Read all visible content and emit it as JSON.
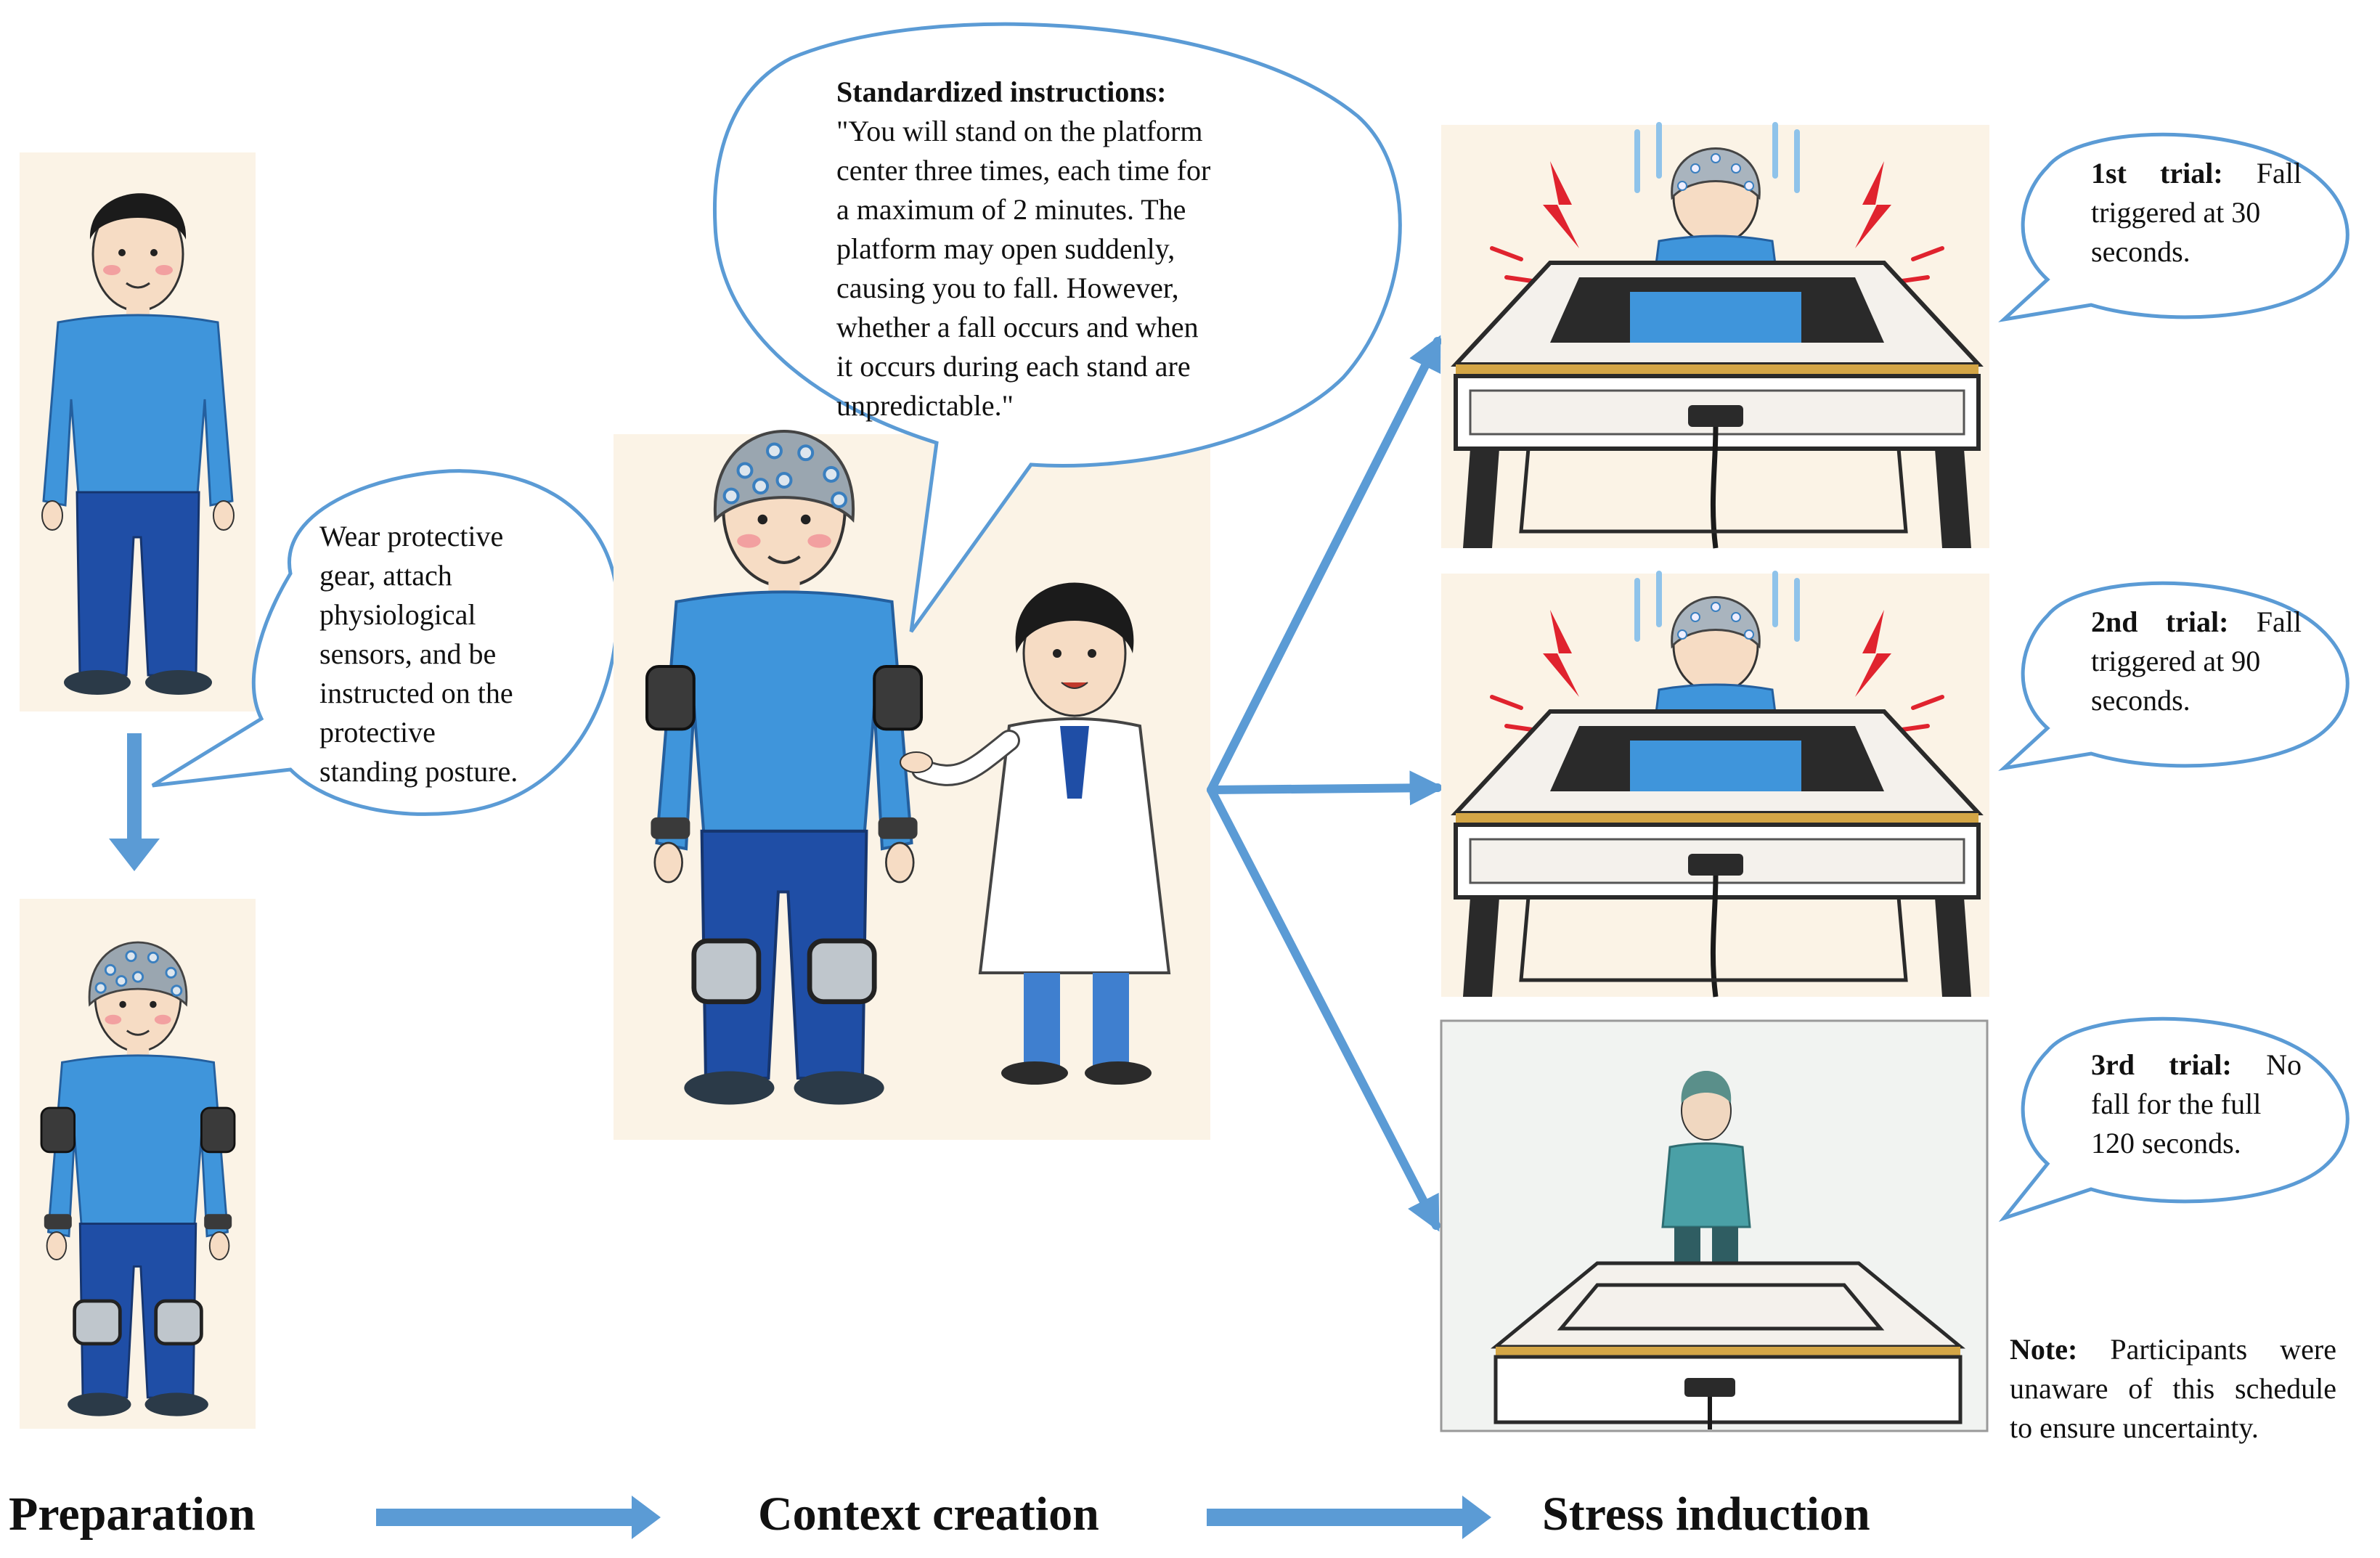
{
  "stages": {
    "preparation": "Preparation",
    "context": "Context creation",
    "stress": "Stress induction"
  },
  "preparation_bubble": {
    "lines": [
      "Wear protective",
      "gear, attach",
      "physiological",
      "sensors, and be",
      "instructed on the",
      "protective",
      "standing posture."
    ]
  },
  "instructions_bubble": {
    "heading": "Standardized instructions:",
    "lines": [
      "\"You will stand on the platform",
      "center three times, each time for",
      "a maximum of 2 minutes. The",
      "platform may open suddenly,",
      "causing you to fall. However,",
      "whether a fall occurs and when",
      "it occurs during each stand are",
      "unpredictable.\""
    ]
  },
  "trials": [
    {
      "label": "1st trial:",
      "line1_rest": "Fall",
      "line2": "triggered at 30",
      "line3": "seconds."
    },
    {
      "label": "2nd trial:",
      "line1_rest": "Fall",
      "line2": "triggered at 90",
      "line3": "seconds."
    },
    {
      "label": "3rd trial:",
      "line1_rest": "No",
      "line2": "fall for the full",
      "line3": "120 seconds."
    }
  ],
  "note": {
    "label": "Note:",
    "line1_rest": "Participants were",
    "line2": "unaware of this schedule",
    "line3": "to ensure uncertainty."
  },
  "colors": {
    "arrow": "#5b9bd5",
    "bubble_stroke": "#5b9bd5",
    "shirt": "#3f95db",
    "pants": "#1f4ea6",
    "skin": "#f6dcc4",
    "hair": "#1b1b1b",
    "gear": "#3a3a3a",
    "panel_bg": "#fbf3e6",
    "table_dark": "#2a2a2a",
    "table_light": "#f4f1ec",
    "table_trim": "#d4a646",
    "lightning": "#e0232e",
    "motion": "#8fc3ea"
  }
}
